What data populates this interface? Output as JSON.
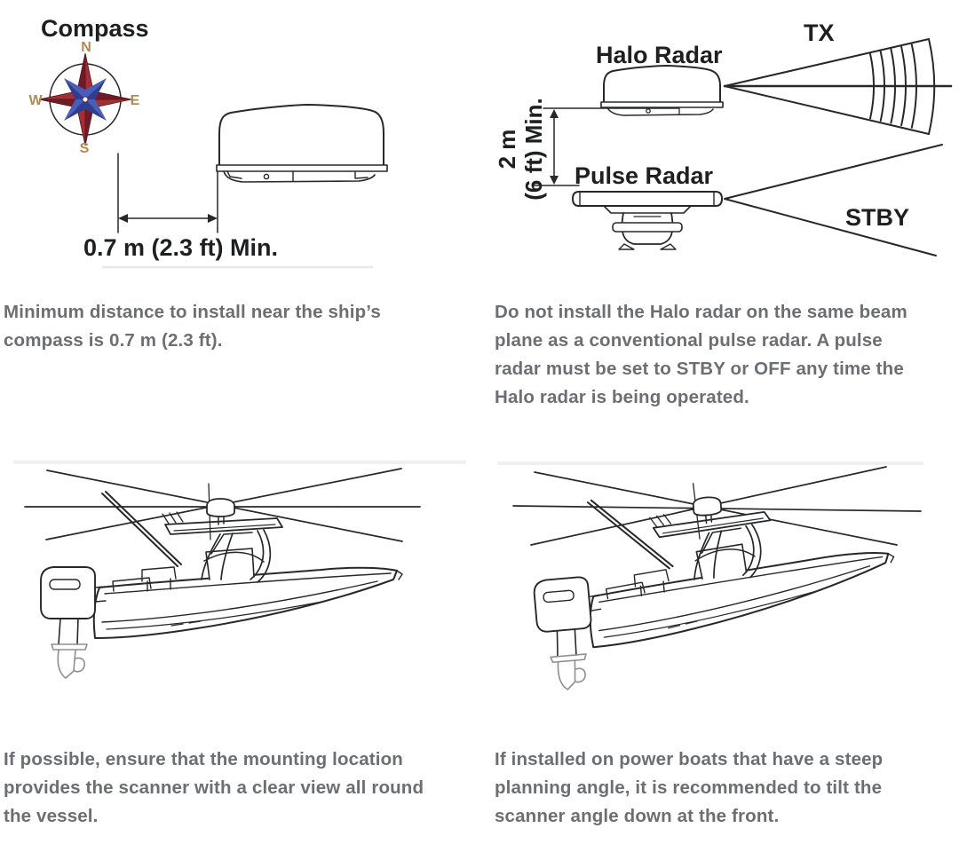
{
  "page": {
    "background": "#ffffff",
    "ink": "#26282a",
    "caption_color": "#6c6f72"
  },
  "compass_figure": {
    "title": "Compass",
    "north": "N",
    "east": "E",
    "south": "S",
    "west": "W",
    "dimension_label": "0.7 m (2.3 ft) Min.",
    "colors": {
      "cardinal_dark": "#6f1c27",
      "cardinal_light": "#a22f36",
      "diagonal_dark": "#2e3f92",
      "diagonal_light": "#4a5db8",
      "letters": "#b08a52"
    }
  },
  "beam_figure": {
    "tx_label": "TX",
    "stby_label": "STBY",
    "halo_label": "Halo Radar",
    "pulse_label": "Pulse Radar",
    "dimension_line1": "2 m",
    "dimension_line2": "(6 ft) Min."
  },
  "captions": {
    "compass": "Minimum distance to install near the ship’s compass is 0.7 m (2.3 ft).",
    "beam": "Do not install the Halo radar on the same beam plane as a conventional pulse radar. A pulse radar must be set to STBY or OFF any time the Halo radar is being operated.",
    "clear_view": "If possible, ensure that the mounting location provides the scanner with a clear view all round the vessel.",
    "tilt": "If installed on power boats that have a steep planning angle, it is recommended to tilt the scanner angle down at the front."
  }
}
